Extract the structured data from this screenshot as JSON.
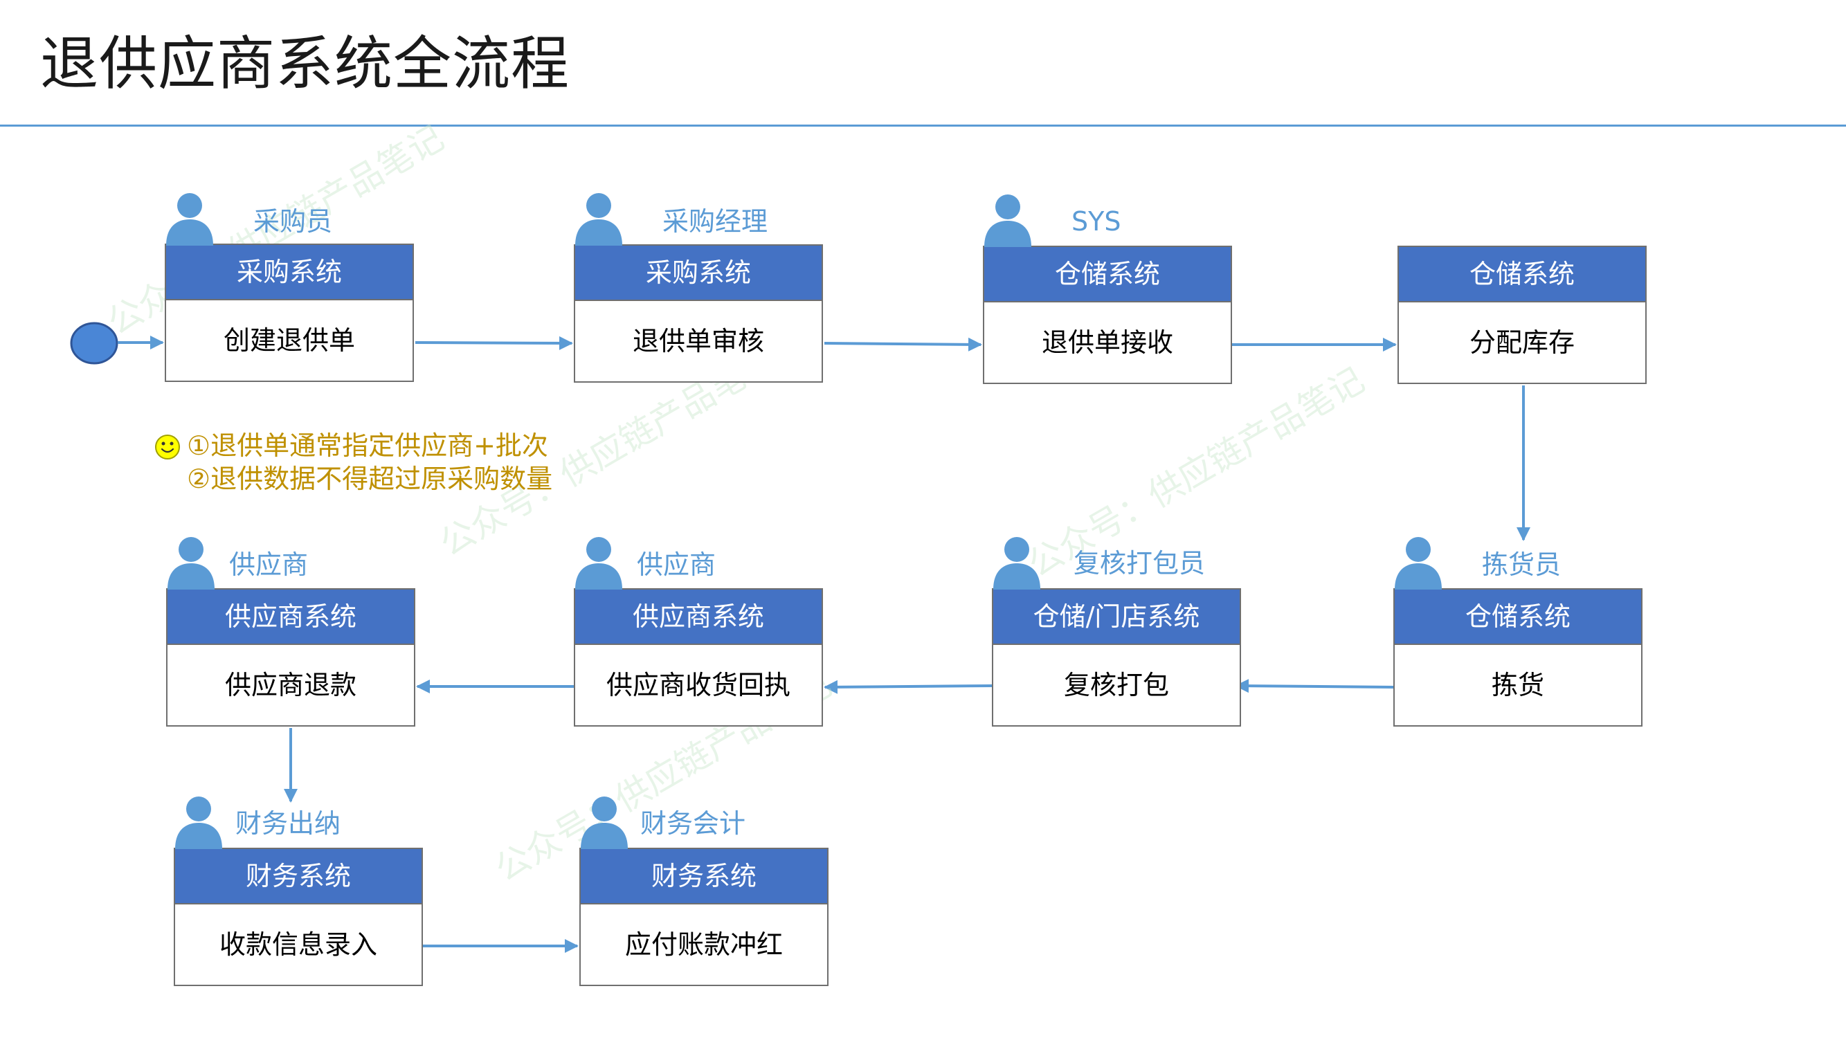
{
  "title": "退供应商系统全流程",
  "colors": {
    "rule": "#5b9bd5",
    "header": "#4472c4",
    "role_text": "#5b9bd5",
    "actor": "#5b9bd5",
    "arrow": "#5b9bd5",
    "start_node": "#4a86d6",
    "note_text": "#bf9000",
    "watermark": "#c8e6c9"
  },
  "nodes": [
    {
      "role": "采购员",
      "system": "采购系统",
      "task": "创建退供单"
    },
    {
      "role": "采购经理",
      "system": "采购系统",
      "task": "退供单审核"
    },
    {
      "role": "SYS",
      "system": "仓储系统",
      "task": "退供单接收"
    },
    {
      "role": "",
      "system": "仓储系统",
      "task": "分配库存"
    },
    {
      "role": "拣货员",
      "system": "仓储系统",
      "task": "拣货"
    },
    {
      "role": "复核打包员",
      "system": "仓储/门店系统",
      "task": "复核打包"
    },
    {
      "role": "供应商",
      "system": "供应商系统",
      "task": "供应商收货回执"
    },
    {
      "role": "供应商",
      "system": "供应商系统",
      "task": "供应商退款"
    },
    {
      "role": "财务出纳",
      "system": "财务系统",
      "task": "收款信息录入"
    },
    {
      "role": "财务会计",
      "system": "财务系统",
      "task": "应付账款冲红"
    }
  ],
  "notes": {
    "icon": "smiley-icon",
    "line1": "①退供单通常指定供应商+批次",
    "line2": "②退供数据不得超过原采购数量"
  },
  "watermark": "公众号：供应链产品笔记"
}
